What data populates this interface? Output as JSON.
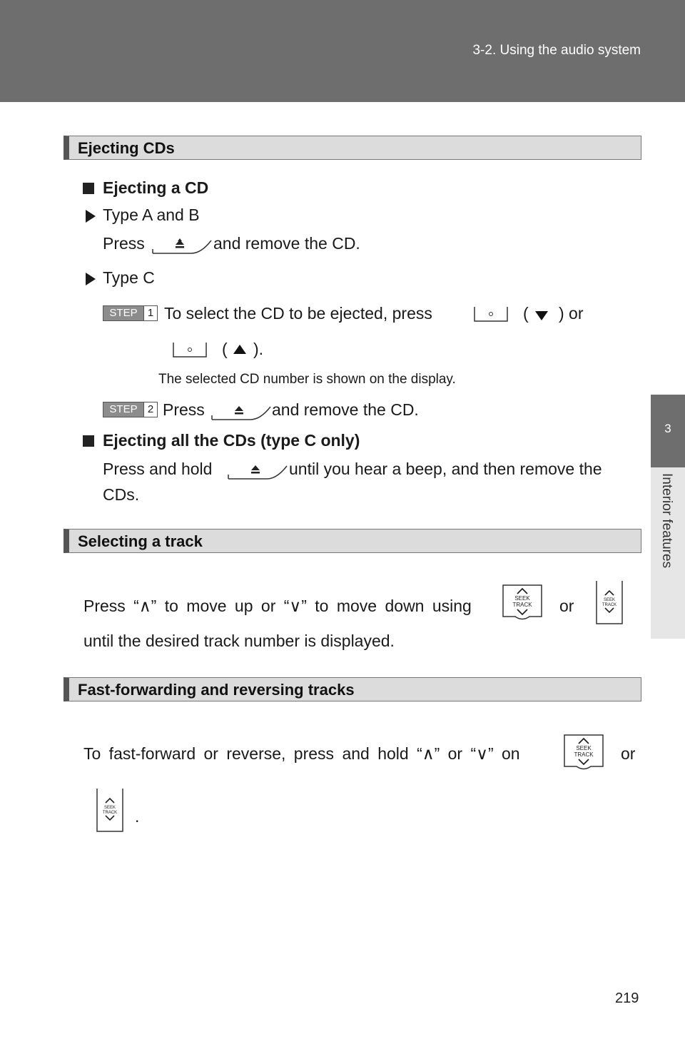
{
  "header": {
    "section": "3-2. Using the audio system"
  },
  "side_tab": {
    "number": "3",
    "label": "Interior features"
  },
  "sections": {
    "ejecting": {
      "title": "Ejecting CDs",
      "sub1": "Ejecting a CD",
      "typeAB": "Type A and B",
      "press": "Press",
      "remove_cd": "and remove the CD.",
      "typeC": "Type C",
      "step_label": "STEP",
      "step1_num": "1",
      "step1_text": "To select the CD to be ejected, press",
      "paren_open": "(",
      "paren_close_or": ") or",
      "paren_close_dot": ").",
      "note": "The selected CD number is shown on the display.",
      "step2_num": "2",
      "sub2": "Ejecting all the CDs (type C only)",
      "hold_line1_a": "Press and hold",
      "hold_line1_b": "until you hear a beep, and then remove the",
      "hold_line2": "CDs."
    },
    "selecting": {
      "title": "Selecting a track",
      "line1_a": "Press “∧” to move up or “∨” to move down using",
      "or": "or",
      "line2": "until the desired track number is displayed."
    },
    "fastforward": {
      "title": "Fast-forwarding and reversing tracks",
      "line1": "To fast-forward or reverse, press and hold “∧” or “∨” on",
      "or": "or",
      "period": "."
    }
  },
  "icons": {
    "eject": "eject-button-icon",
    "dot": "disc-select-button-icon",
    "seek": "seek-track-button-icon",
    "seek_text_1": "SEEK",
    "seek_text_2": "TRACK"
  },
  "page_number": "219"
}
